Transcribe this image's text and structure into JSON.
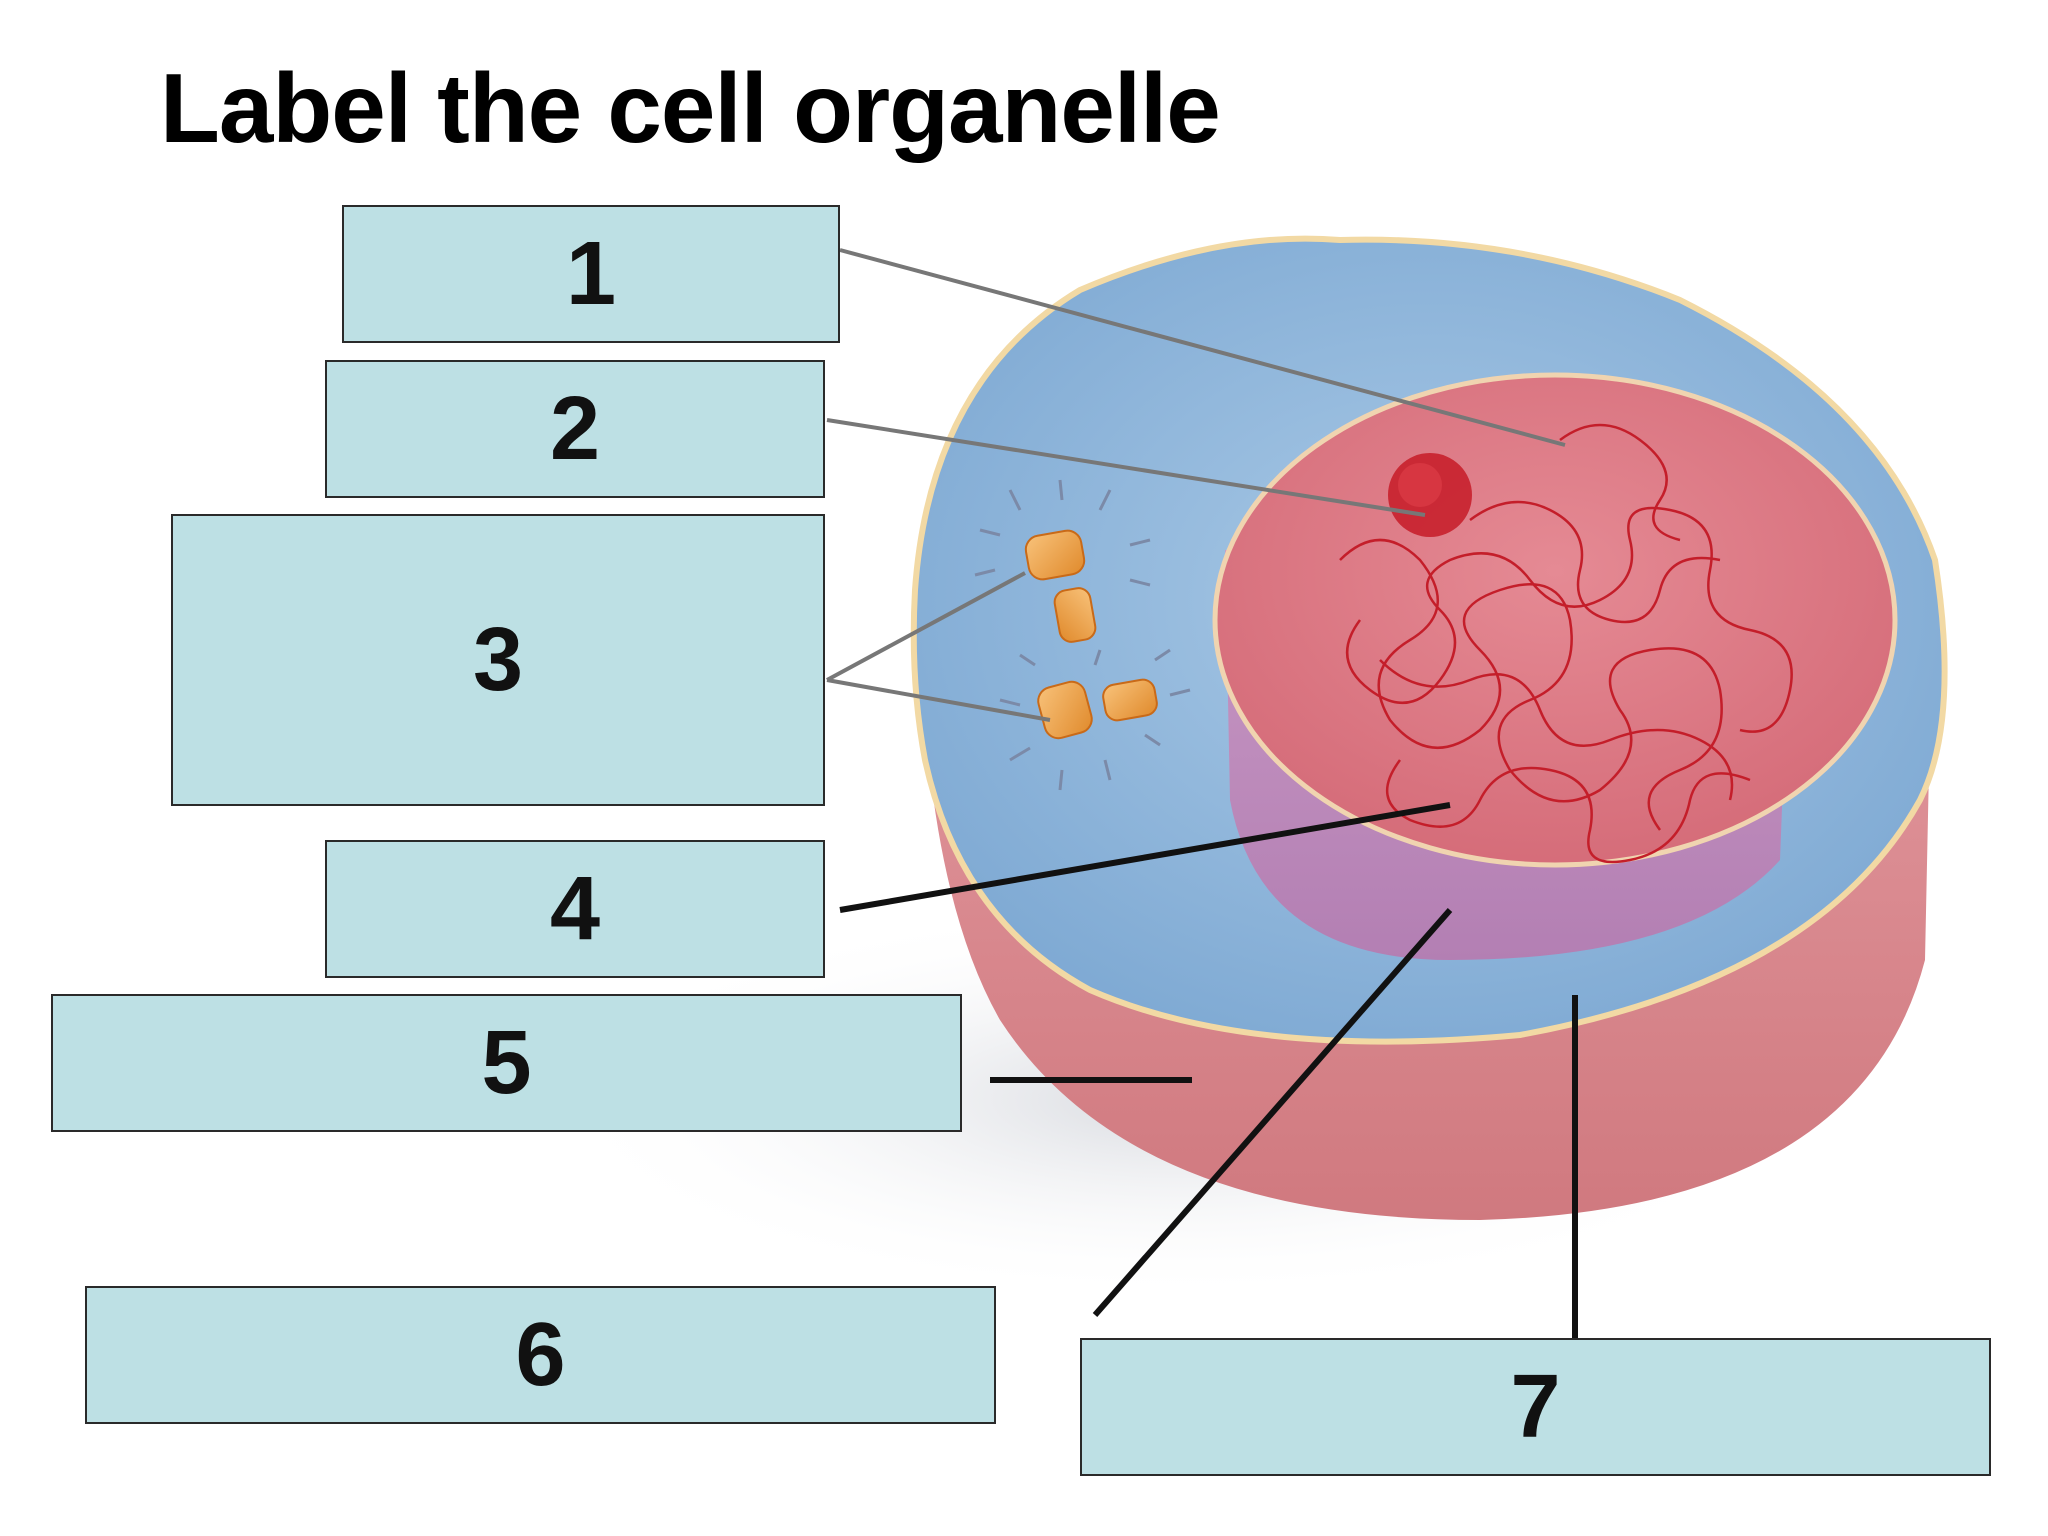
{
  "title": "Label the cell organelle",
  "labels": [
    {
      "id": "1",
      "text": "1"
    },
    {
      "id": "2",
      "text": "2"
    },
    {
      "id": "3",
      "text": "3"
    },
    {
      "id": "4",
      "text": "4"
    },
    {
      "id": "5",
      "text": "5"
    },
    {
      "id": "6",
      "text": "6"
    },
    {
      "id": "7",
      "text": "7"
    }
  ],
  "colors": {
    "label_fill": "#bde0e4",
    "cytoplasm": "#8ab4d8",
    "membrane_side": "#d98a8f",
    "nucleus": "#e07b86",
    "chromatin": "#c41e2a",
    "centriole": "#f0a040"
  }
}
